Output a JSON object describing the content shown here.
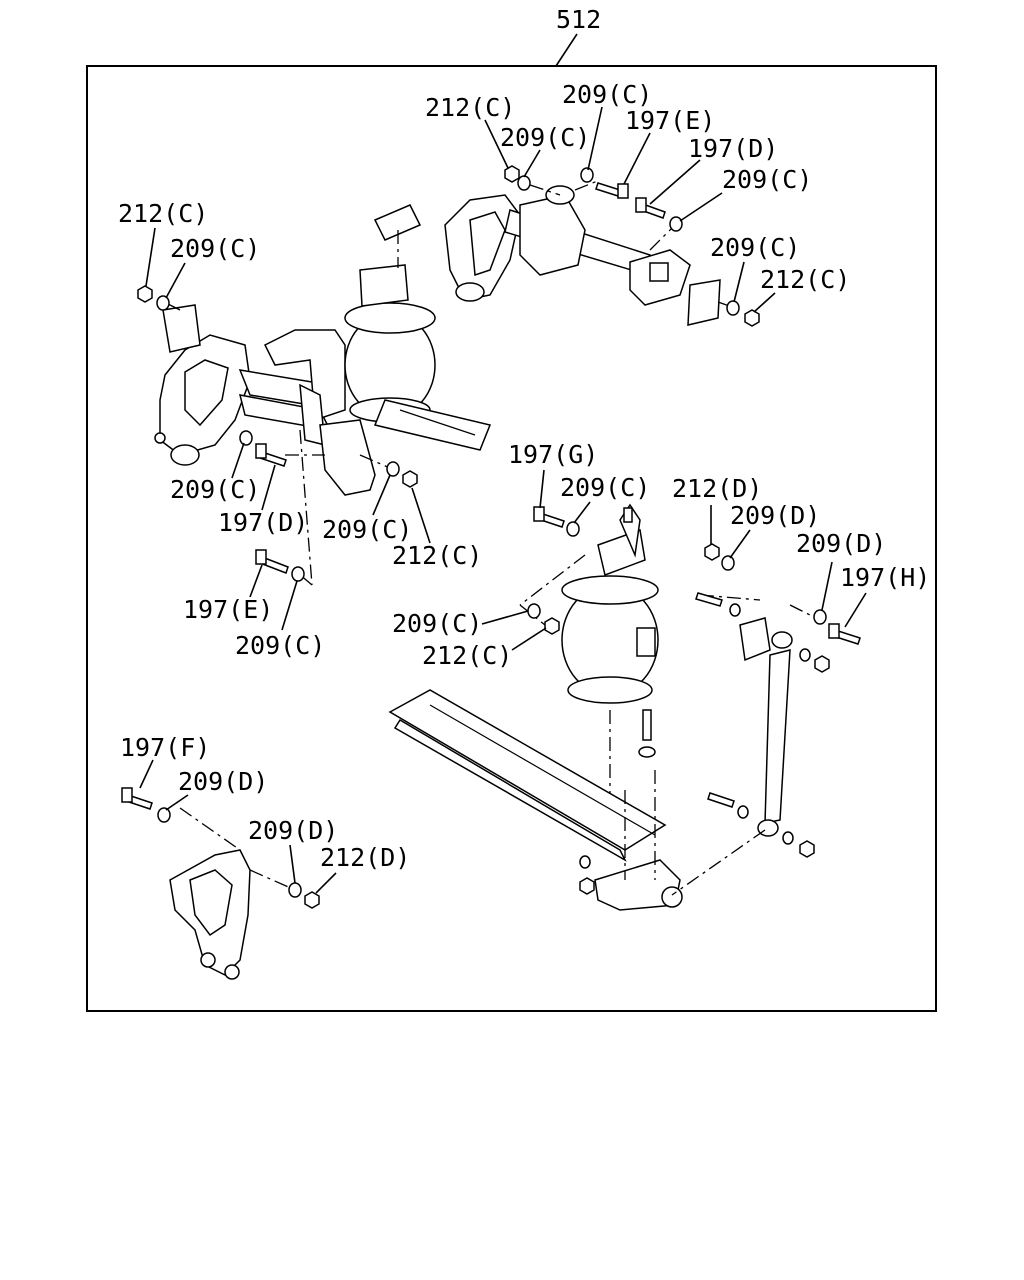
{
  "diagram": {
    "group_ref": "512",
    "callouts": [
      "212(C)",
      "209(C)",
      "209(C)",
      "197(E)",
      "197(D)",
      "209(C)",
      "209(C)",
      "212(C)",
      "212(C)",
      "209(C)",
      "209(C)",
      "197(D)",
      "209(C)",
      "212(C)",
      "197(E)",
      "209(C)",
      "197(G)",
      "209(C)",
      "209(C)",
      "212(C)",
      "212(D)",
      "209(D)",
      "209(D)",
      "197(H)",
      "197(F)",
      "209(D)",
      "209(D)",
      "212(D)"
    ]
  }
}
